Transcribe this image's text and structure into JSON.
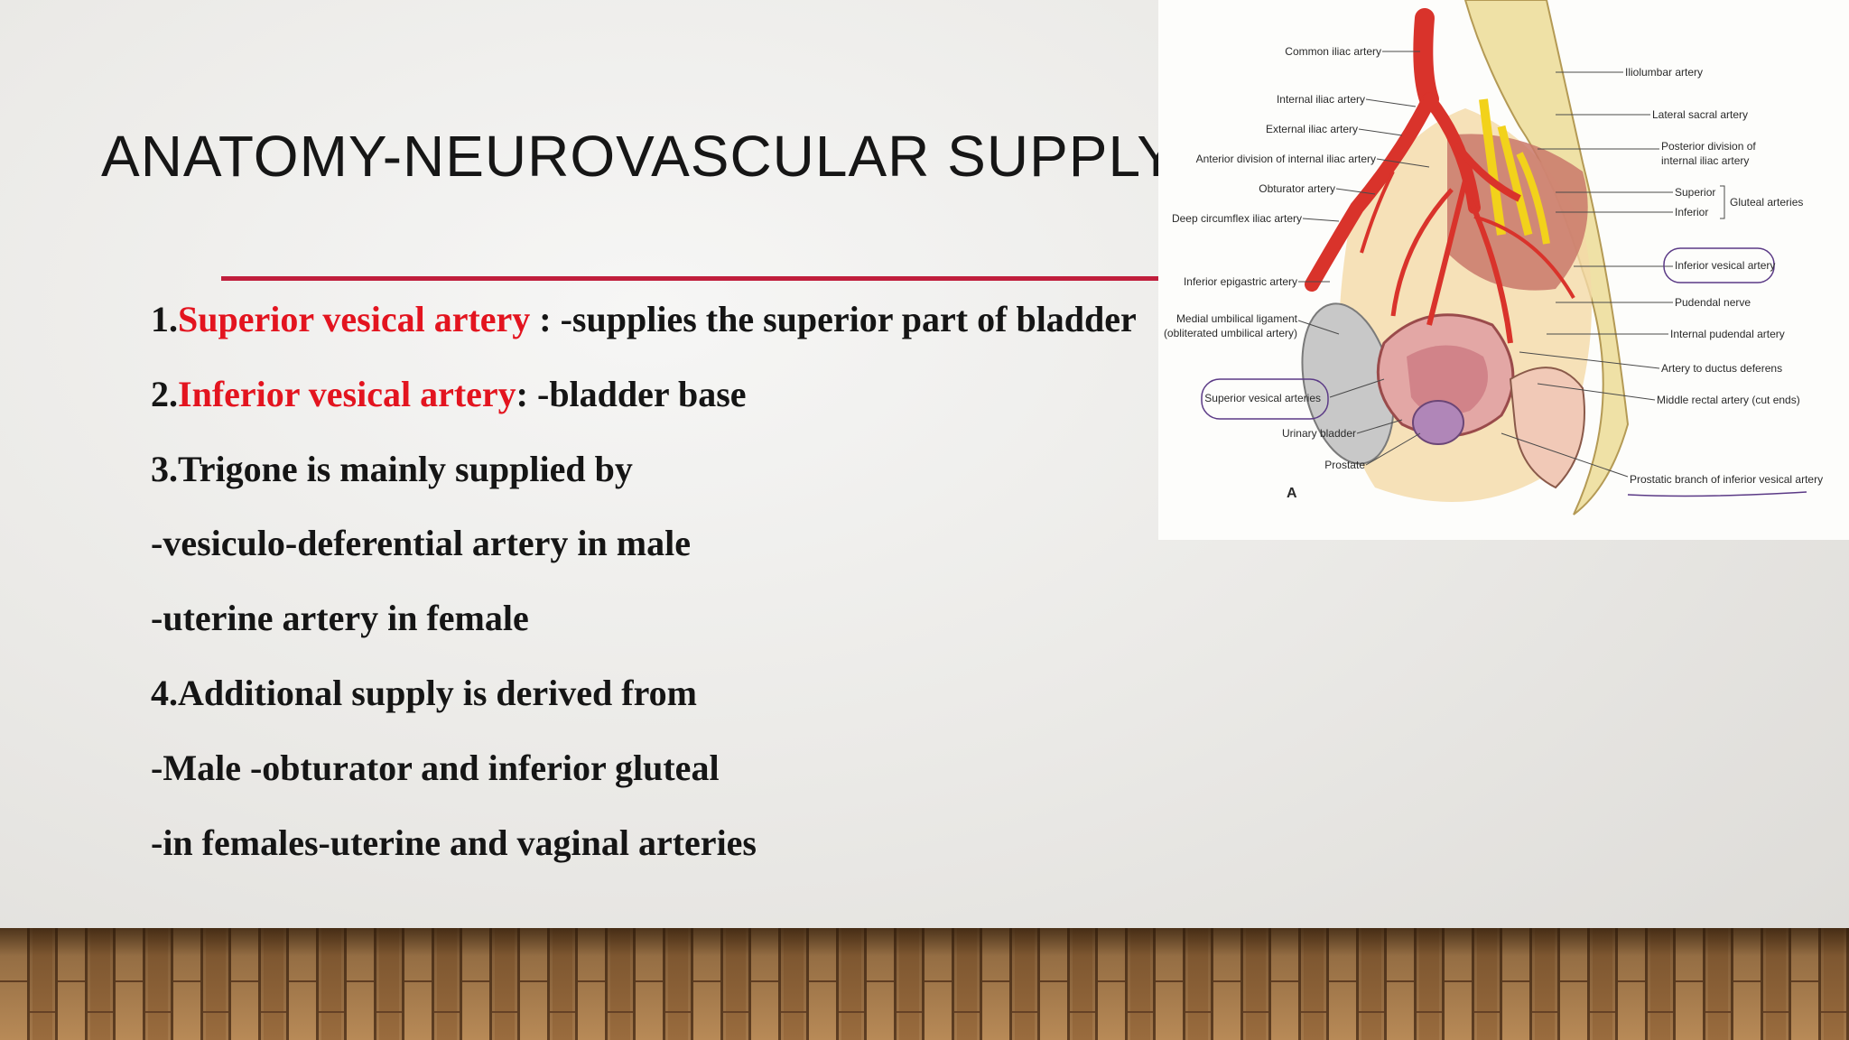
{
  "slide": {
    "title": "ANATOMY-NEUROVASCULAR SUPPLY",
    "accent_color": "#c01e3c",
    "highlight_color": "#e3141f",
    "bullets": [
      {
        "prefix": "1.",
        "highlight": "Superior vesical artery",
        "rest": " : -supplies the superior part of bladder"
      },
      {
        "prefix": "2.",
        "highlight": "Inferior vesical artery",
        "rest": ": -bladder base"
      },
      {
        "text": "3.Trigone is mainly supplied by"
      },
      {
        "text": "-vesiculo-deferential artery in male"
      },
      {
        "text": "-uterine artery in female"
      },
      {
        "text": "4.Additional supply is derived from"
      },
      {
        "text": "-Male -obturator and inferior gluteal"
      },
      {
        "text": "-in females-uterine and vaginal arteries"
      }
    ]
  },
  "figure": {
    "panel_letter": "A",
    "labels_left": [
      "Common iliac artery",
      "Internal iliac artery",
      "External iliac artery",
      "Anterior division of internal iliac artery",
      "Obturator artery",
      "Deep circumflex iliac artery",
      "Inferior epigastric artery",
      "Medial umbilical ligament",
      "(obliterated umbilical artery)",
      "Superior vesical arteries",
      "Urinary bladder",
      "Prostate"
    ],
    "labels_right": [
      "Iliolumbar artery",
      "Lateral sacral artery",
      "Posterior division of",
      "internal iliac artery",
      "Superior",
      "Inferior",
      "Gluteal arteries",
      "Inferior vesical artery",
      "Pudendal nerve",
      "Internal pudendal artery",
      "Artery to ductus deferens",
      "Middle rectal artery (cut ends)",
      "Prostatic branch of inferior vesical artery"
    ]
  }
}
